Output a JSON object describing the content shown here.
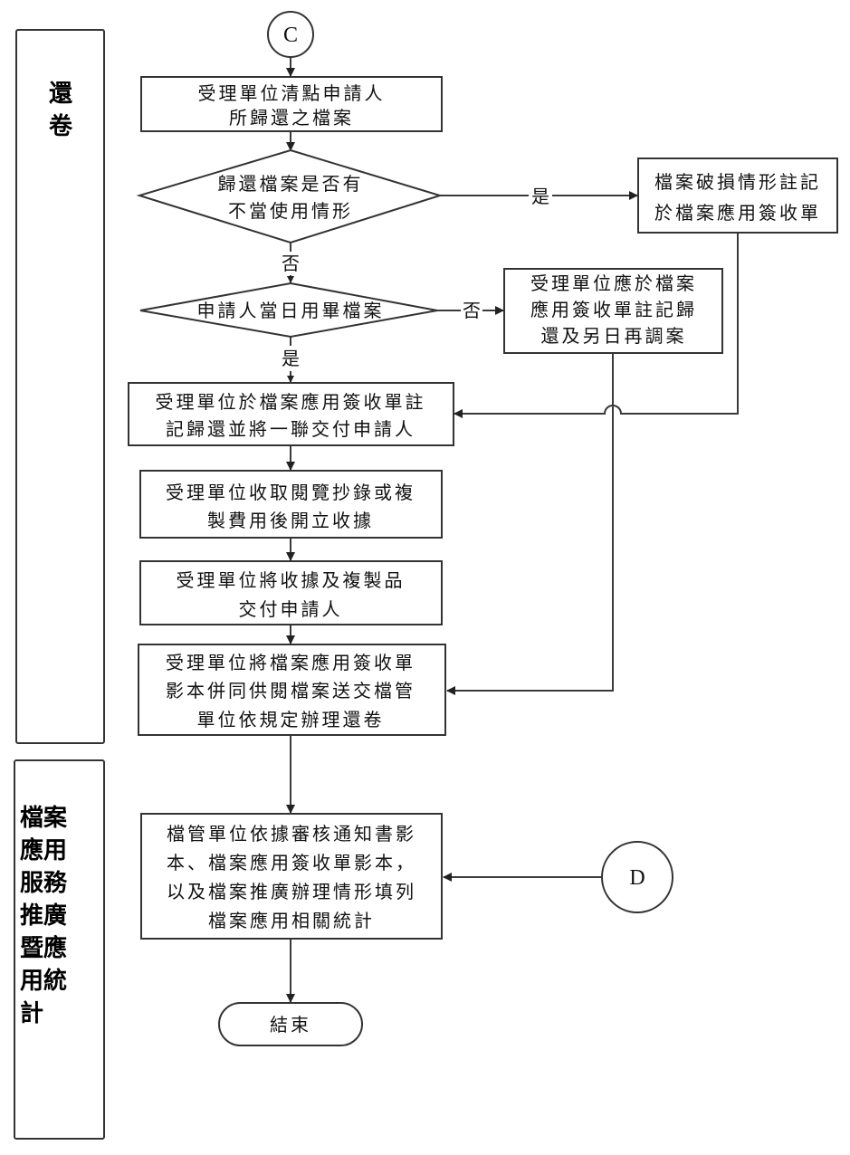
{
  "lanes": [
    {
      "id": "return",
      "label_rows": [
        "還",
        "卷"
      ]
    },
    {
      "id": "statistics",
      "label_rows": [
        "檔案",
        "應用",
        "服務",
        "推廣",
        "暨應",
        "用統",
        "計"
      ]
    }
  ],
  "connectors": {
    "start": "C",
    "side": "D"
  },
  "nodes": {
    "count_files": [
      "受理單位清點申請人",
      "所歸還之檔案"
    ],
    "decision_misuse": [
      "歸還檔案是否有",
      "不當使用情形"
    ],
    "note_damage": [
      "檔案破損情形註記",
      "於檔案應用簽收單"
    ],
    "decision_finished": [
      "申請人當日用畢檔案"
    ],
    "note_return_later": [
      "受理單位應於檔案",
      "應用簽收單註記歸",
      "還及另日再調案"
    ],
    "note_returned": [
      "受理單位於檔案應用簽收單註",
      "記歸還並將一聯交付申請人"
    ],
    "collect_fee": [
      "受理單位收取閱覽抄錄或複",
      "製費用後開立收據"
    ],
    "deliver_receipt": [
      "受理單位將收據及複製品",
      "交付申請人"
    ],
    "send_back": [
      "受理單位將檔案應用簽收單",
      "影本併同供閱檔案送交檔管",
      "單位依規定辦理還卷"
    ],
    "fill_statistics": [
      "檔管單位依據審核通知書影",
      "本、檔案應用簽收單影本，",
      "以及檔案推廣辦理情形填列",
      "檔案應用相關統計"
    ],
    "end": "結束"
  },
  "edge_labels": {
    "misuse_yes": "是",
    "misuse_no": "否",
    "finished_no": "否",
    "finished_yes": "是"
  }
}
